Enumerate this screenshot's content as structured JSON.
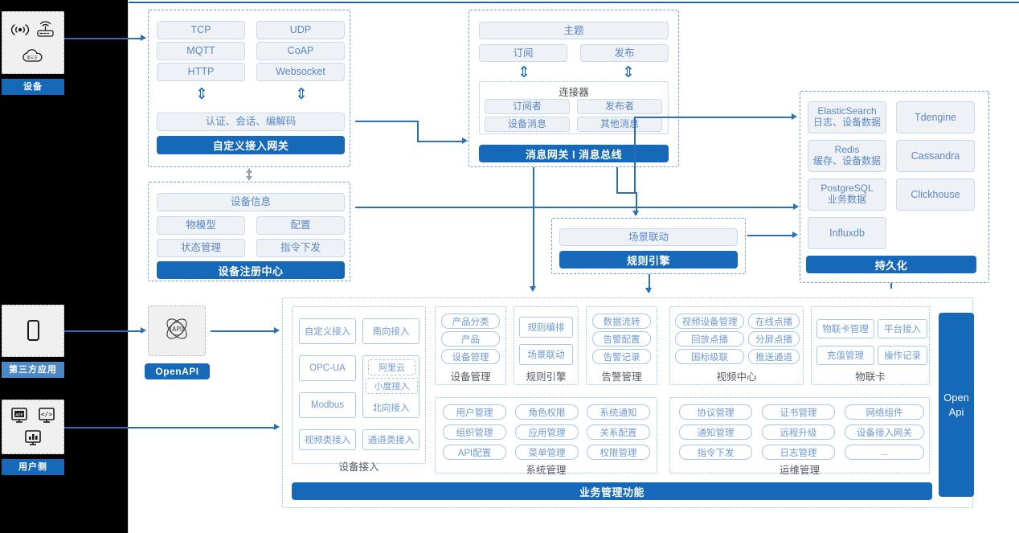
{
  "actors": [
    {
      "caption": "设备",
      "icons": [
        "signal-icon",
        "router-icon",
        "cloud-icon"
      ]
    },
    {
      "caption": "第三方应用",
      "icons": [
        "mobile-phone-icon"
      ]
    },
    {
      "caption": "用户侧",
      "icons": [
        "app-screen-icon",
        "code-screen-icon",
        "chart-screen-icon"
      ]
    }
  ],
  "openapi": {
    "label": "OpenAPI",
    "icon": "api-atom-icon"
  },
  "openapi_bar": {
    "line1": "Open",
    "line2": "Api"
  },
  "gateway": {
    "protocols": [
      "TCP",
      "UDP",
      "MQTT",
      "CoAP",
      "HTTP",
      "Websocket"
    ],
    "middle": "认证、会话、编解码",
    "bar": "自定义接入网关"
  },
  "message": {
    "topic": "主题",
    "subscribe": "订阅",
    "publish": "发布",
    "connector_title": "连接器",
    "connector_items": [
      "订阅者",
      "发布者",
      "设备消息",
      "其他消息"
    ],
    "bar": "消息网关 l 消息总线"
  },
  "registry": {
    "info": "设备信息",
    "items": [
      "物模型",
      "配置",
      "状态管理",
      "指令下发"
    ],
    "bar": "设备注册中心"
  },
  "rules": {
    "scene": "场景联动",
    "bar": "规则引擎"
  },
  "persistence": {
    "stores": [
      {
        "name": "ElasticSearch",
        "sub": "日志、设备数据"
      },
      {
        "name": "Tdengine",
        "sub": ""
      },
      {
        "name": "Redis",
        "sub": "缓存、设备数据"
      },
      {
        "name": "Cassandra",
        "sub": ""
      },
      {
        "name": "PostgreSQL",
        "sub": "业务数据"
      },
      {
        "name": "Clickhouse",
        "sub": ""
      },
      {
        "name": "Influxdb",
        "sub": ""
      }
    ],
    "bar": "持久化"
  },
  "access": {
    "title": "设备接入",
    "items": [
      "自定义接入",
      "南向接入",
      "OPC-UA",
      "Modbus",
      "视频类接入",
      "通道类接入"
    ],
    "northbound": {
      "label": "北向接入",
      "nested": [
        "阿里云",
        "小度接入"
      ]
    }
  },
  "groups_row1": [
    {
      "title": "设备管理",
      "items": [
        "产品分类",
        "产品",
        "设备管理"
      ]
    },
    {
      "title": "规则引擎",
      "items": [
        "规则编排",
        "场景联动"
      ]
    },
    {
      "title": "告警管理",
      "items": [
        "数据流转",
        "告警配置",
        "告警记录"
      ]
    },
    {
      "title": "视频中心",
      "items": [
        "视频设备管理",
        "在线点播",
        "回放点播",
        "分屏点播",
        "国标级联",
        "推送通道"
      ]
    },
    {
      "title": "物联卡",
      "items": [
        "物联卡管理",
        "平台接入",
        "充值管理",
        "操作记录"
      ]
    }
  ],
  "groups_row2": [
    {
      "title": "系统管理",
      "items": [
        "用户管理",
        "角色权限",
        "系统通知",
        "组织管理",
        "应用管理",
        "关系配置",
        "API配置",
        "菜单管理",
        "权限管理"
      ]
    },
    {
      "title": "运维管理",
      "items": [
        "协议管理",
        "证书管理",
        "网络组件",
        "通知管理",
        "远程升级",
        "设备接入网关",
        "指令下发",
        "日志管理",
        "..."
      ]
    }
  ],
  "business_bar": "业务管理功能",
  "colors": {
    "brand": "#1668b8",
    "chip_text": "#5b87c4",
    "line": "#2a6fbb",
    "rail": "#000000"
  }
}
